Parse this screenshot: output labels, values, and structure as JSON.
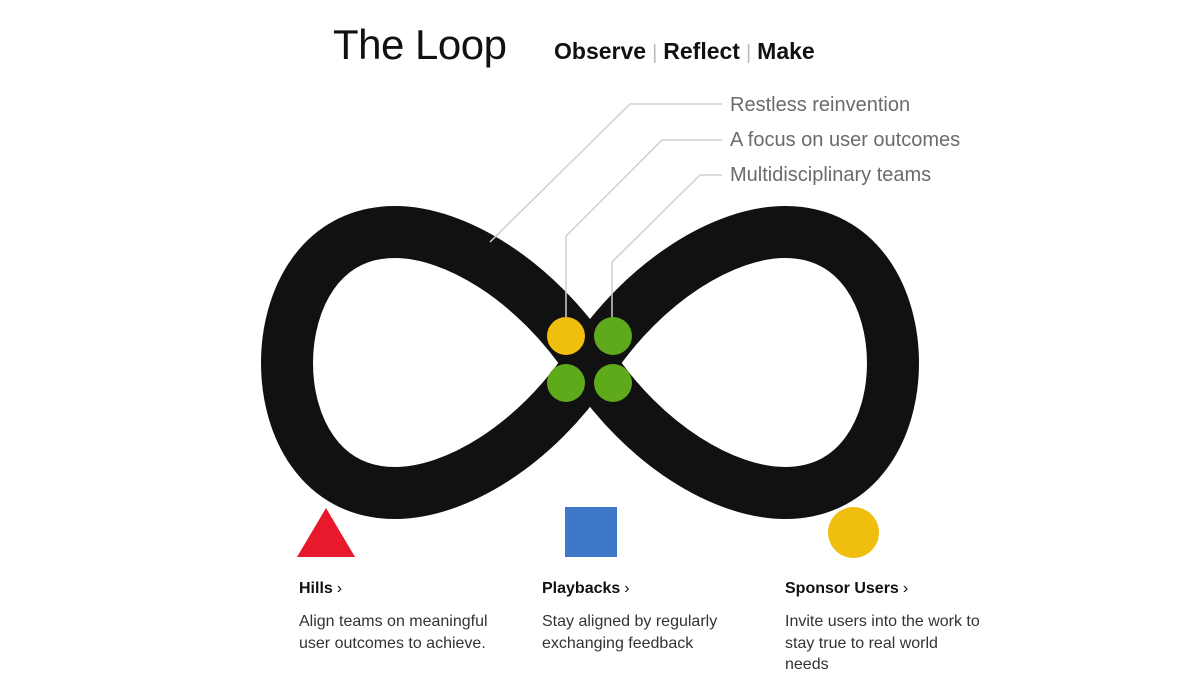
{
  "header": {
    "title": "The Loop",
    "steps": [
      "Observe",
      "Reflect",
      "Make"
    ]
  },
  "callouts": [
    "Restless reinvention",
    "A focus on user outcomes",
    "Multidisciplinary teams"
  ],
  "keys": [
    {
      "shape": "triangle-icon",
      "color": "#e8192c",
      "label": "Hills",
      "chevron": "›",
      "description": "Align teams on meaningful user outcomes to achieve."
    },
    {
      "shape": "square-icon",
      "color": "#3f78c7",
      "label": "Playbacks",
      "chevron": "›",
      "description": "Stay aligned by regularly exchanging feedback"
    },
    {
      "shape": "circle-icon",
      "color": "#f0be0e",
      "label": "Sponsor Users",
      "chevron": "›",
      "description": "Invite users into the work to stay true to real world needs"
    }
  ],
  "colors": {
    "loop": "#111111",
    "dot_yellow": "#f0be0e",
    "dot_green": "#5faa1b",
    "leader_line": "#cfcfcf"
  }
}
